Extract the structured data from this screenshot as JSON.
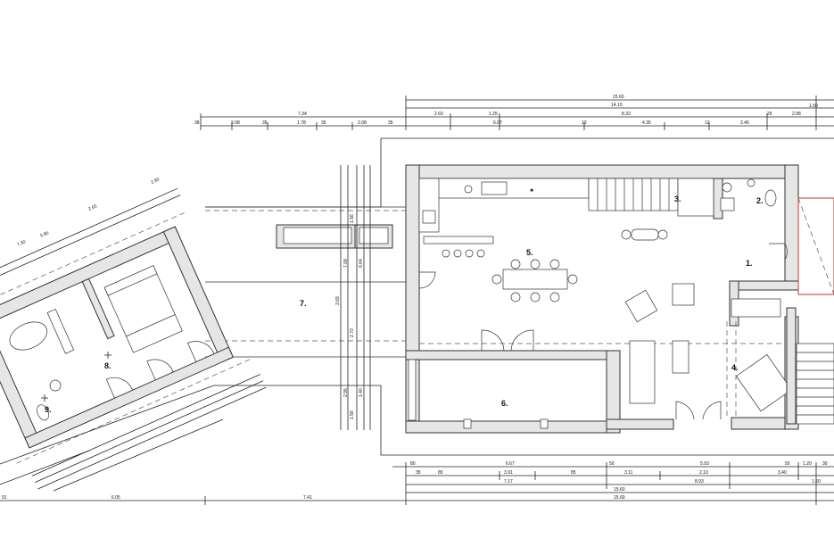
{
  "rooms": {
    "r1": "1.",
    "r2": "2.",
    "r3": "3.",
    "r4": "4.",
    "r5": "5.",
    "r6": "6.",
    "r7": "7.",
    "r8": "8.",
    "r9": "9."
  },
  "dims_top": {
    "row1": [
      "15.60",
      "1.50"
    ],
    "row2": [
      "14.10"
    ],
    "row3": [
      "7.34",
      "2.60",
      "1.25",
      "8.32",
      "2.98"
    ],
    "row4": [
      "38",
      "2.08",
      "35",
      "1.78",
      "35",
      "2.08",
      "35",
      "6.07",
      "10",
      "4.35",
      "12",
      "2.46",
      "25"
    ]
  },
  "dims_bottom": {
    "row1": [
      "80",
      "6.67",
      "50",
      "5.93",
      "50",
      "1.20",
      "30"
    ],
    "row2": [
      "35",
      "85",
      "3.91",
      "85",
      "3.11",
      "2.10",
      "3.40"
    ],
    "row3": [
      "7.17",
      "8.93",
      "1.50"
    ],
    "row4": [
      "15.60"
    ],
    "row5": [
      "15.60"
    ],
    "left": [
      "6.05",
      "7.41",
      "91"
    ]
  },
  "dims_vertical": [
    "1.56",
    "6.64",
    "7.09",
    "3.69",
    "2.70",
    "2.95",
    "1.40",
    "1.56"
  ],
  "dims_wing": [
    "2.90",
    "2.65",
    "7.30",
    "5.86"
  ]
}
